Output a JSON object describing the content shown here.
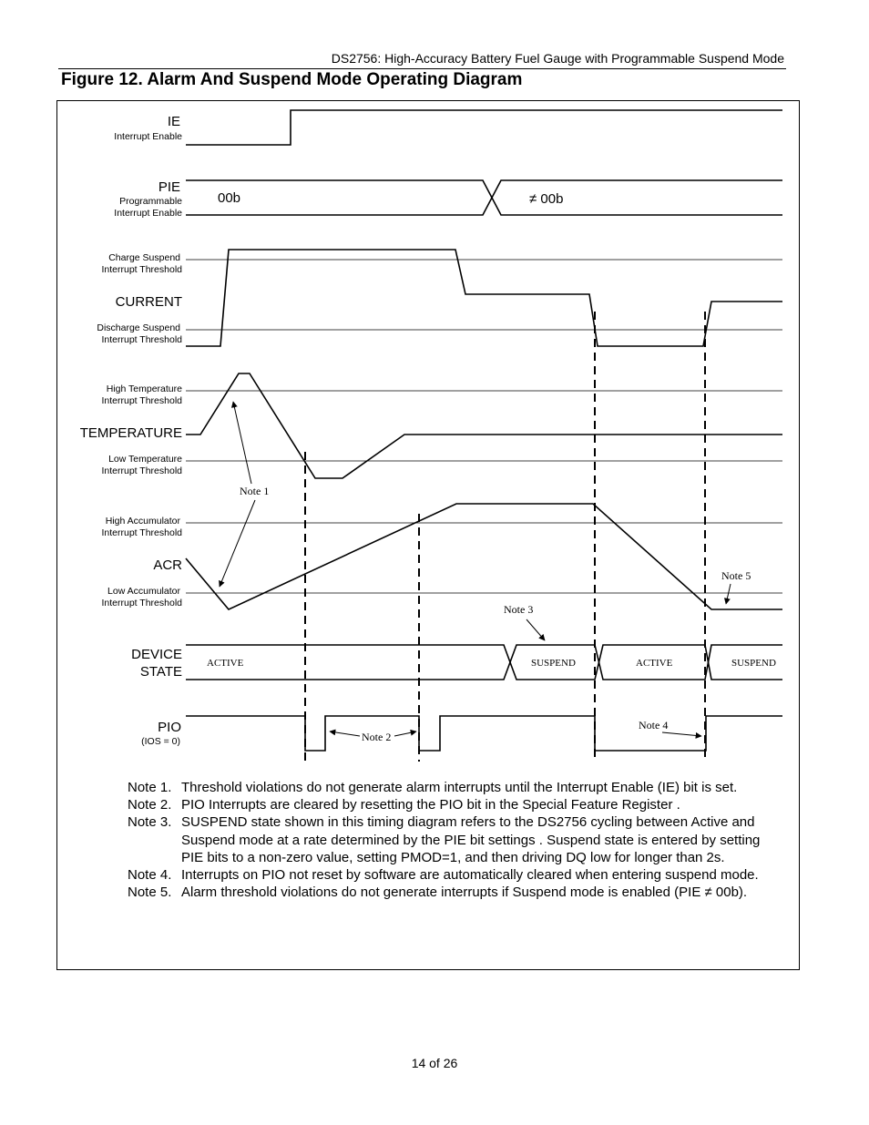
{
  "header": {
    "doc_title": "DS2756: High-Accuracy Battery Fuel Gauge with Programmable Suspend Mode"
  },
  "figure": {
    "title": "Figure 12. Alarm And Suspend Mode Operating Diagram",
    "signals": {
      "ie": {
        "name": "IE",
        "desc": "Interrupt Enable"
      },
      "pie": {
        "name": "PIE",
        "desc1": "Programmable",
        "desc2": "Interrupt Enable",
        "value1": "00b",
        "value2": "≠ 00b"
      },
      "current": {
        "name": "CURRENT",
        "th_high1": "Charge Suspend",
        "th_high2": "Interrupt Threshold",
        "th_low1": "Discharge Suspend",
        "th_low2": "Interrupt Threshold"
      },
      "temperature": {
        "name": "TEMPERATURE",
        "th_high1": "High Temperature",
        "th_high2": "Interrupt Threshold",
        "th_low1": "Low Temperature",
        "th_low2": "Interrupt Threshold"
      },
      "acr": {
        "name": "ACR",
        "th_high1": "High Accumulator",
        "th_high2": "Interrupt Threshold",
        "th_low1": "Low Accumulator",
        "th_low2": "Interrupt Threshold"
      },
      "device_state": {
        "name1": "DEVICE",
        "name2": "STATE",
        "states": [
          "ACTIVE",
          "SUSPEND",
          "ACTIVE",
          "SUSPEND"
        ]
      },
      "pio": {
        "name": "PIO",
        "desc": "(IOS = 0)"
      }
    },
    "callouts": {
      "note1": "Note 1",
      "note2": "Note 2",
      "note3": "Note 3",
      "note4": "Note 4",
      "note5": "Note 5"
    }
  },
  "notes": [
    {
      "num": "Note 1.",
      "text": "Threshold violations do not generate alarm interrupts until the Interrupt Enable (IE) bit is set."
    },
    {
      "num": "Note 2.",
      "text": "PIO Interrupts are cleared by resetting the PIO bit in the Special Feature Register ."
    },
    {
      "num": "Note 3.",
      "text": "SUSPEND state shown in this timing diagram refers to the DS2756 cycling between Active and Suspend mode at a rate determined by the PIE bit settings . Suspend state is entered by setting PIE bits to a non-zero value, setting PMOD=1, and then driving DQ low for longer than 2s."
    },
    {
      "num": "Note 4.",
      "text": "Interrupts on PIO not reset by software are automatically cleared when entering suspend mode."
    },
    {
      "num": "Note 5.",
      "text": "Alarm threshold violations do not generate interrupts if Suspend mode is enabled (PIE ≠ 00b)."
    }
  ],
  "footer": {
    "page": "14 of 26"
  }
}
